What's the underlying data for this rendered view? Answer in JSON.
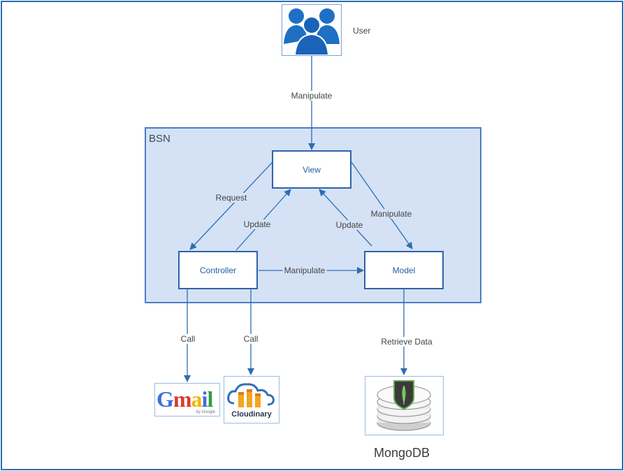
{
  "nodes": {
    "user": "User",
    "view": "View",
    "controller": "Controller",
    "model": "Model",
    "bsn": "BSN"
  },
  "edges": {
    "user_view": "Manipulate",
    "view_controller": "Request",
    "controller_view": "Update",
    "model_view": "Update",
    "view_model": "Manipulate",
    "controller_model": "Manipulate",
    "controller_gmail": "Call",
    "controller_cloudinary": "Call",
    "model_mongodb": "Retrieve Data"
  },
  "services": {
    "gmail": "Gmail",
    "gmail_by": "by Google",
    "cloudinary": "Cloudinary",
    "mongodb": "MongoDB"
  },
  "colors": {
    "frame": "#2e6db4",
    "container_fill": "#d5e2f5",
    "node_border": "#2e63a8",
    "arrow": "#2e6db4"
  },
  "icons": [
    "users-icon",
    "gmail-logo",
    "cloudinary-logo",
    "mongodb-logo"
  ]
}
